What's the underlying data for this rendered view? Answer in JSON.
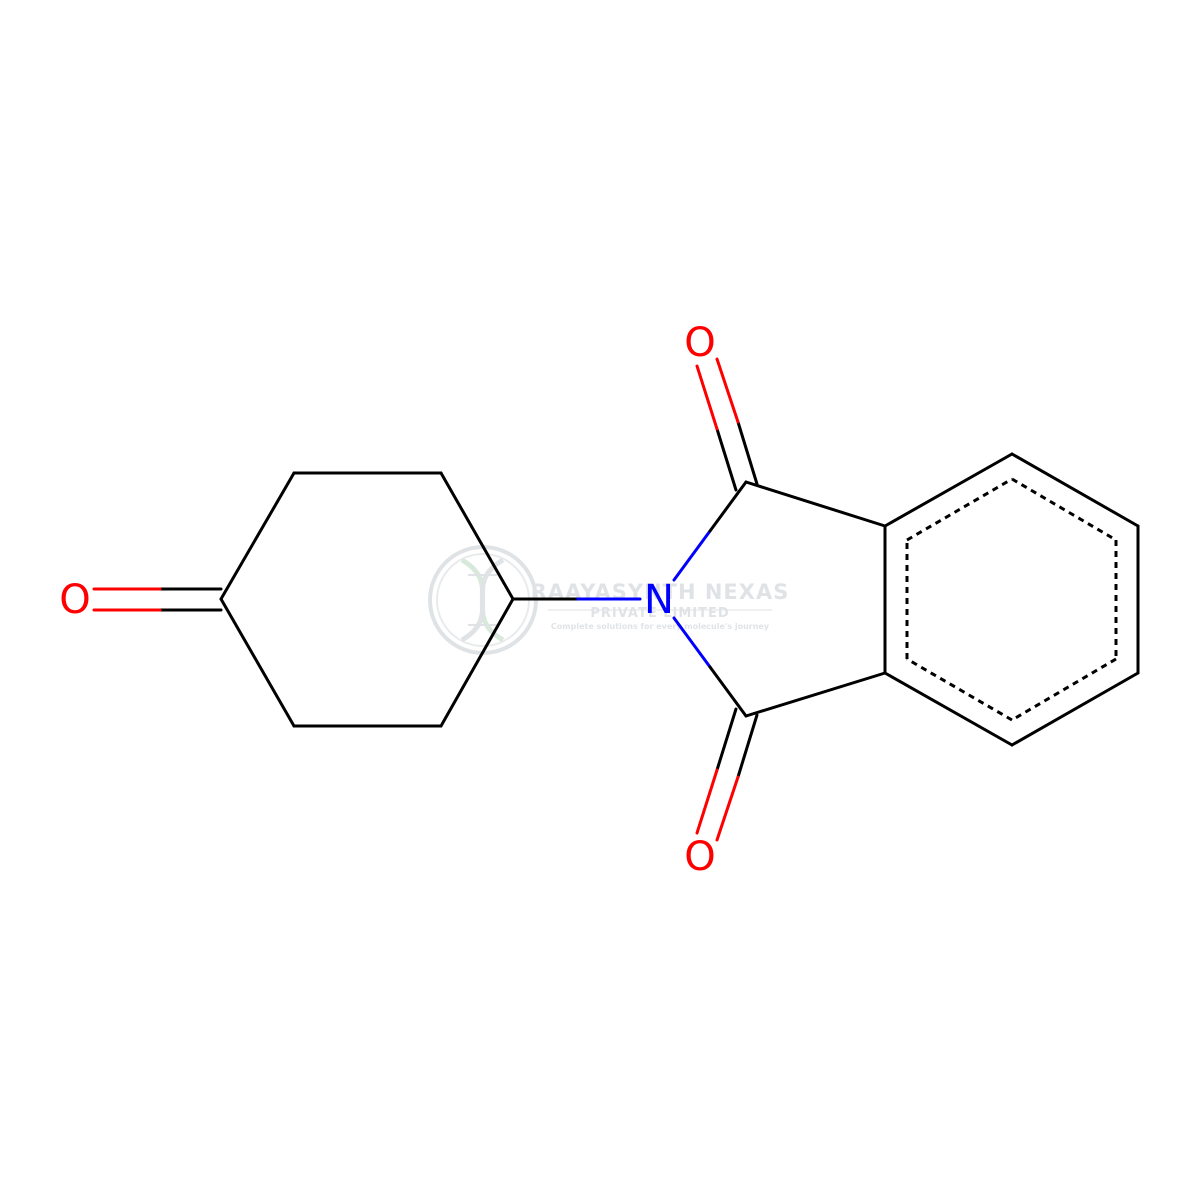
{
  "molecule": {
    "atoms": {
      "ketone_oxygen": "O",
      "nitrogen": "N",
      "carbonyl_oxygen_top": "O",
      "carbonyl_oxygen_bottom": "O"
    }
  },
  "watermark": {
    "title": "RAAYASYNTH NEXAS",
    "subtitle": "PRIVATE LIMITED",
    "tagline": "Complete solutions for every molecule's journey"
  },
  "colors": {
    "bond": "#000000",
    "oxygen": "#ff0000",
    "nitrogen": "#0000ff",
    "watermark": "#c8cdd2"
  }
}
